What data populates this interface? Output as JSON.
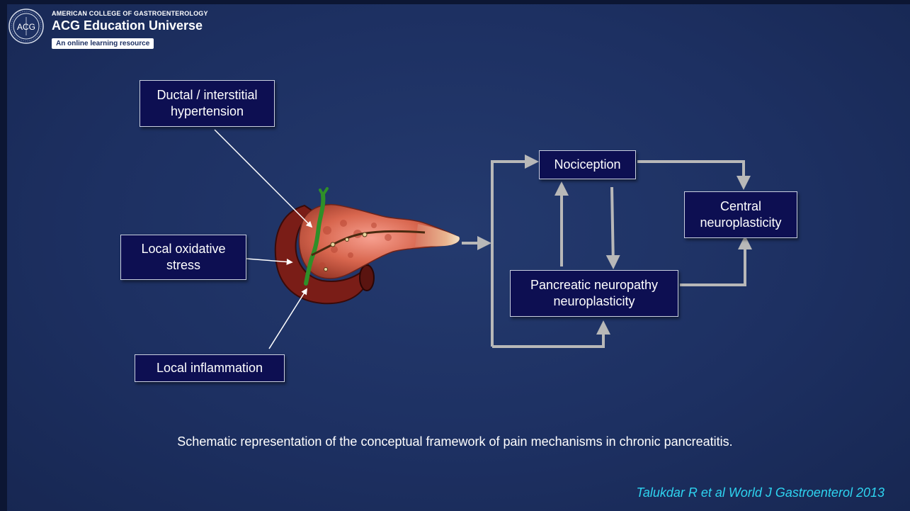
{
  "header": {
    "org_name": "AMERICAN COLLEGE OF GASTROENTEROLOGY",
    "brand_title": "ACG Education Universe",
    "tagline": "An online learning resource",
    "logo_text": "ACG"
  },
  "diagram": {
    "causes": {
      "ductal": [
        "Ductal / interstitial",
        "hypertension"
      ],
      "oxidative": [
        "Local oxidative",
        "stress"
      ],
      "inflammation": [
        "Local inflammation"
      ]
    },
    "mechanisms": {
      "nociception": [
        "Nociception"
      ],
      "central": [
        "Central",
        "neuroplasticity"
      ],
      "pancreatic": [
        "Pancreatic neuropathy",
        "neuroplasticity"
      ]
    },
    "colors": {
      "box_fill": "#0d0f52",
      "box_border": "#c9cfe0",
      "arrow_gray": "#b8b8b8",
      "pointer_white": "#ffffff",
      "citation": "#2ed4f0"
    }
  },
  "caption": "Schematic representation of the conceptual framework of pain mechanisms in chronic pancreatitis.",
  "citation": "Talukdar R et al World J Gastroenterol 2013"
}
